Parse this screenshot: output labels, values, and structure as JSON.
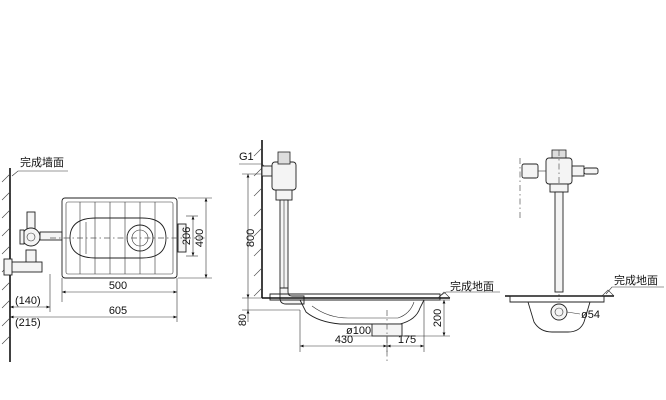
{
  "plan_view": {
    "wall_label": "完成墙面",
    "dims": {
      "w140": "(140)",
      "w215": "(215)",
      "w500": "500",
      "w605": "605",
      "h206": "206",
      "h400": "400"
    }
  },
  "side_view": {
    "g1_label": "G1",
    "floor_label": "完成地面",
    "dims": {
      "h800": "800",
      "h80": "80",
      "h200": "200",
      "d100": "ø100",
      "w430": "430",
      "w175": "175"
    }
  },
  "front_view": {
    "floor_label": "完成地面",
    "dims": {
      "d54": "ø54"
    }
  }
}
